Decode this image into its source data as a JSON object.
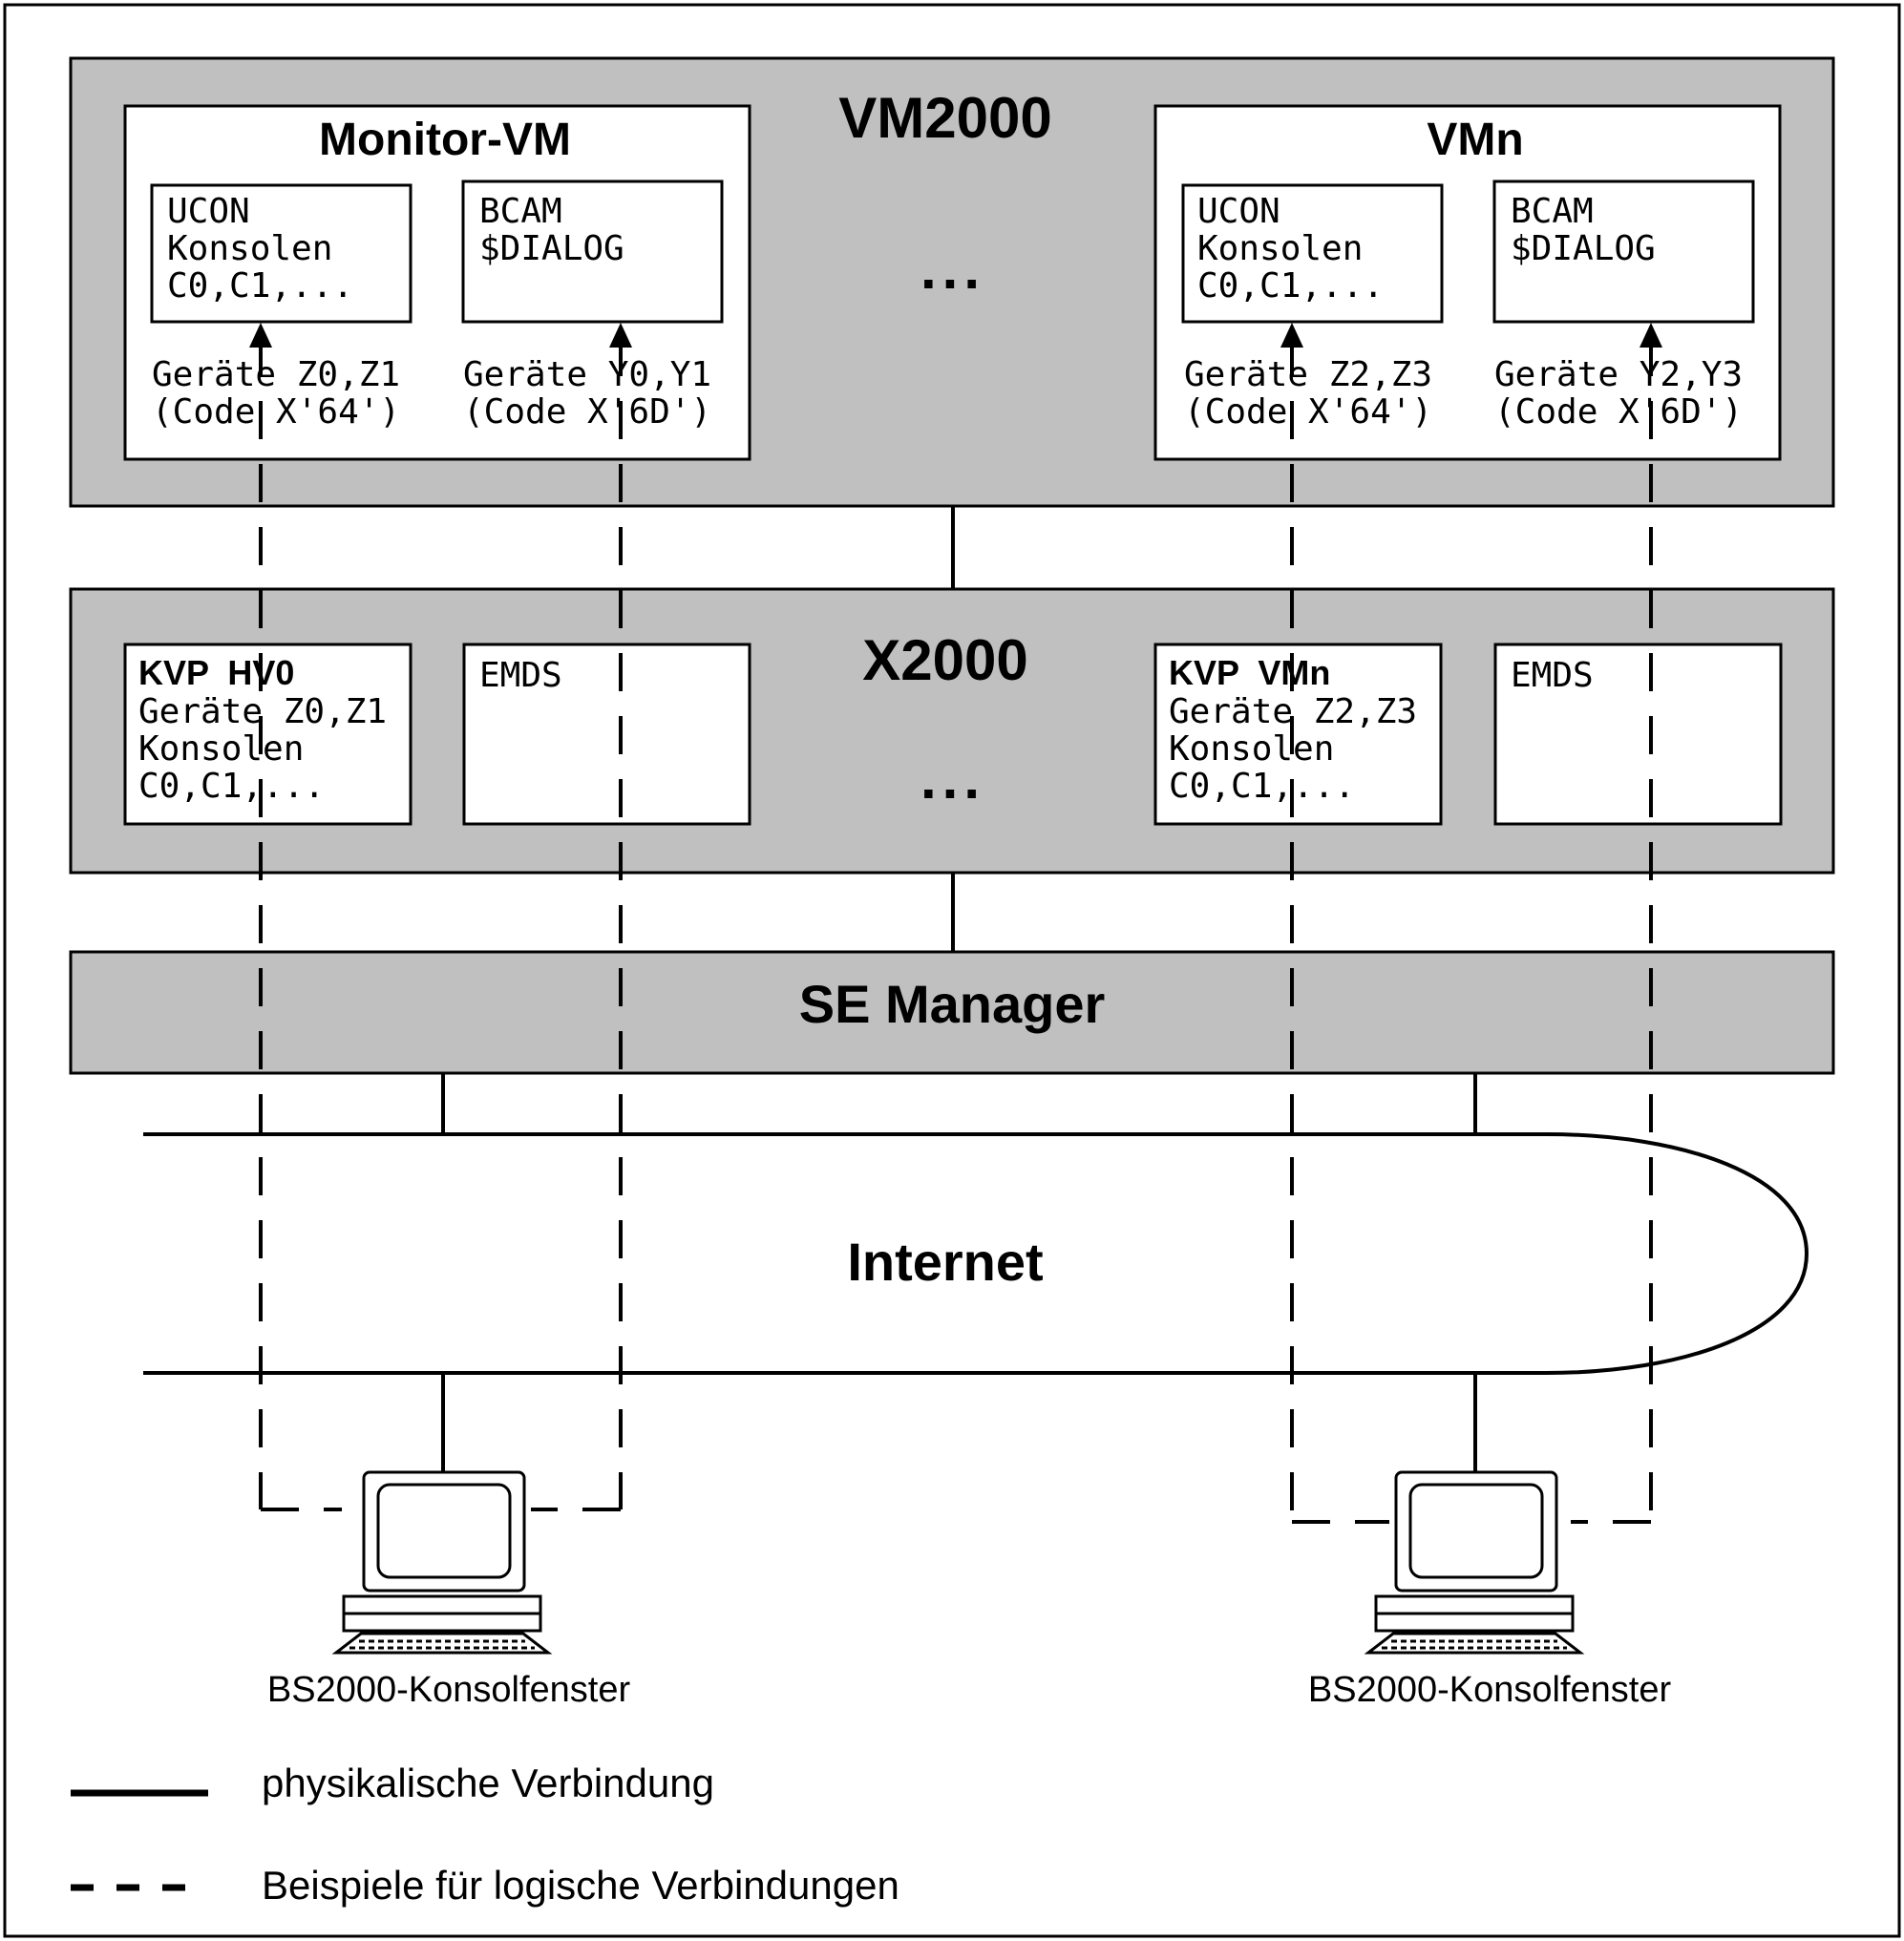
{
  "vm2000": {
    "title": "VM2000",
    "ellipsis": "...",
    "monitor_vm": {
      "title": "Monitor-VM",
      "ucon": [
        "UCON",
        "Konsolen",
        "C0,C1,..."
      ],
      "bcam": [
        "BCAM",
        "$DIALOG"
      ],
      "devices_left": [
        "Geräte Z0,Z1",
        "(Code X'64')"
      ],
      "devices_right": [
        "Geräte Y0,Y1",
        "(Code X'6D')"
      ]
    },
    "vmn": {
      "title": "VMn",
      "ucon": [
        "UCON",
        "Konsolen",
        "C0,C1,..."
      ],
      "bcam": [
        "BCAM",
        "$DIALOG"
      ],
      "devices_left": [
        "Geräte Z2,Z3",
        "(Code X'64')"
      ],
      "devices_right": [
        "Geräte Y2,Y3",
        "(Code X'6D')"
      ]
    }
  },
  "x2000": {
    "title": "X2000",
    "ellipsis": "...",
    "kvp_hv0": {
      "title": "KVP  HV0",
      "lines": [
        "Geräte Z0,Z1",
        "Konsolen",
        "C0,C1,..."
      ]
    },
    "emds_left": "EMDS",
    "kvp_vmn": {
      "title": "KVP  VMn",
      "lines": [
        "Geräte Z2,Z3",
        "Konsolen",
        "C0,C1,..."
      ]
    },
    "emds_right": "EMDS"
  },
  "se_manager": "SE Manager",
  "internet": "Internet",
  "terminals": {
    "left_label": "BS2000-Konsolfenster",
    "right_label": "BS2000-Konsolfenster"
  },
  "legend": {
    "physical": "physikalische Verbindung",
    "logical": "Beispiele für logische Verbindungen"
  },
  "colors": {
    "panel_gray": "#c0c0c0",
    "line": "#000000",
    "box_fill": "#ffffff"
  }
}
